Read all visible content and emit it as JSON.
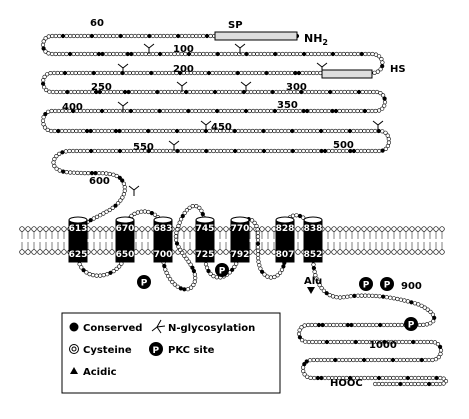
{
  "labels": {
    "sp": "SP",
    "nh2": "NH",
    "nh2_sub": "2",
    "hs": "HS",
    "alu": "Alu",
    "hooc": "HOOC"
  },
  "residue_numbers": [
    "60",
    "100",
    "200",
    "250",
    "300",
    "400",
    "350",
    "450",
    "550",
    "500",
    "600",
    "900",
    "1000"
  ],
  "tm_segments": [
    {
      "top": "613",
      "bottom": "625",
      "fill": "#000000"
    },
    {
      "top": "670",
      "bottom": "650",
      "fill": "#000000"
    },
    {
      "top": "683",
      "bottom": "700",
      "fill": "#000000"
    },
    {
      "top": "745",
      "bottom": "725",
      "fill": "#000000"
    },
    {
      "top": "770",
      "bottom": "792",
      "fill": "#000000"
    },
    {
      "top": "828",
      "bottom": "807",
      "fill": "#000000"
    },
    {
      "top": "838",
      "bottom": "852",
      "fill": "#000000"
    }
  ],
  "pkc_symbol": "P",
  "legend": {
    "conserved": "Conserved",
    "n_glyco": "N-glycosylation",
    "cysteine": "Cysteine",
    "pkc": "PKC site",
    "acidic": "Acidic"
  }
}
